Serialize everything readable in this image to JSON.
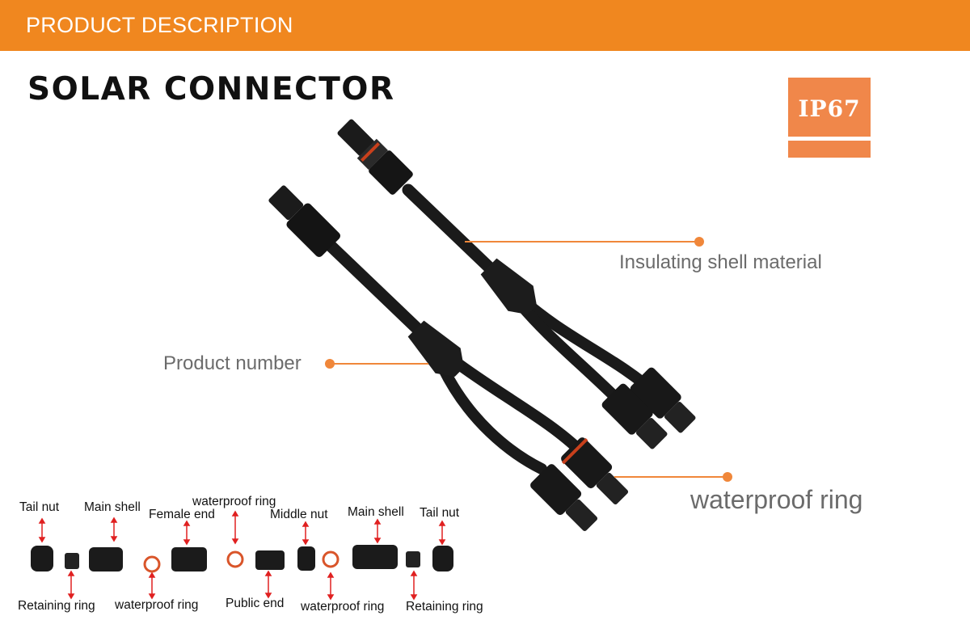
{
  "header": {
    "title": "PRODUCT DESCRIPTION"
  },
  "main_title": "SOLAR CONNECTOR",
  "badge": {
    "label": "IP67"
  },
  "callouts": {
    "insulating": "Insulating shell material",
    "product_number": "Product number",
    "waterproof": "waterproof ring"
  },
  "parts": {
    "top": [
      "Tail nut",
      "Main shell",
      "Female end",
      "waterproof ring",
      "Middle nut",
      "Main shell",
      "Tail nut"
    ],
    "bottom": [
      "Retaining ring",
      "waterproof ring",
      "Public end",
      "waterproof ring",
      "Retaining ring"
    ]
  },
  "colors": {
    "accent": "#f0871f",
    "badge": "#f0874a",
    "callout_text": "#6b6b6b",
    "arrow": "#e02020",
    "oring": "#d9552a"
  }
}
